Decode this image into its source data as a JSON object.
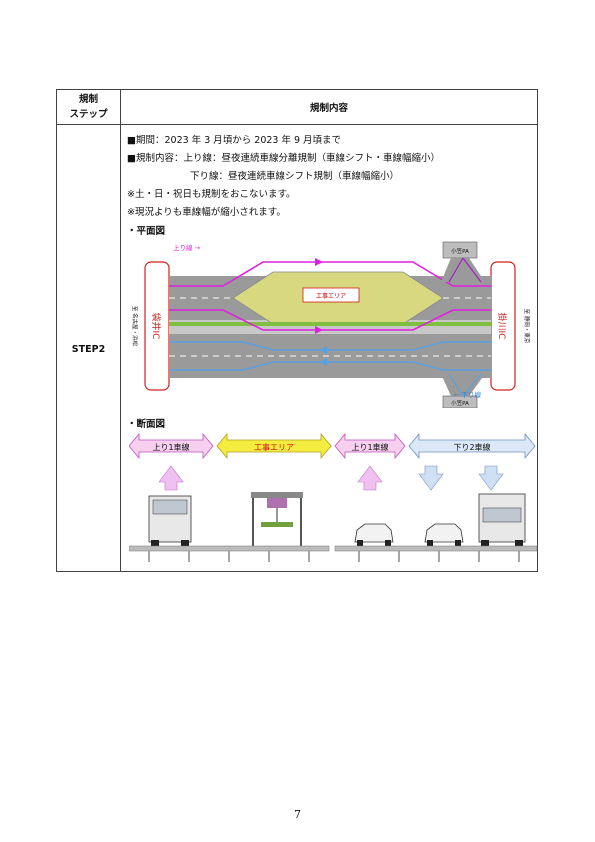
{
  "table": {
    "header_left_line1": "規制",
    "header_left_line2": "ステップ",
    "header_right": "規制内容",
    "step_label": "STEP2"
  },
  "content": {
    "line1": "■期間：2023 年 3 月頃から 2023 年 9 月頃まで",
    "line2": "■規制内容：上り線：昼夜連続車線分離規制（車線シフト・車線幅縮小）",
    "line3": "下り線：昼夜連続車線シフト規制（車線幅縮小）",
    "line4": "※土・日・祝日も規制をおこないます。",
    "line5": "※現況よりも車線幅が縮小されます。",
    "plan_label": "・平面図",
    "section_label": "・断面図"
  },
  "plan": {
    "up_direction": "上り線 →",
    "down_direction": "← 下り線",
    "pa_top": "小笠PA",
    "pa_bottom": "小笠PA",
    "work_area": "工事エリア",
    "left_ic": "袋井IC",
    "right_ic": "掛川IC",
    "left_dest": "至 名古屋・浜松",
    "right_dest": "至 静岡・東京"
  },
  "section": {
    "up1": "上り1車線",
    "work": "工事エリア",
    "up1_b": "上り1車線",
    "down2": "下り2車線"
  },
  "colors": {
    "up_lane": "#e020e0",
    "down_lane": "#5aa0e0",
    "work_area": "#d8d880",
    "median": "#80c040",
    "road": "#9a9a9a"
  },
  "page_number": "7"
}
